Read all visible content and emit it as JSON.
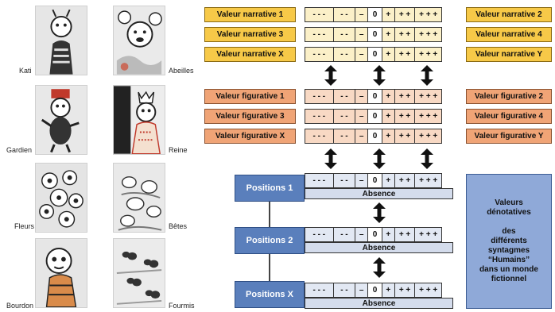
{
  "characters": [
    {
      "name": "Kati"
    },
    {
      "name": "Abeilles"
    },
    {
      "name": "Gardien"
    },
    {
      "name": "Reine"
    },
    {
      "name": "Fleurs"
    },
    {
      "name": "Bêtes"
    },
    {
      "name": "Bourdon"
    },
    {
      "name": "Fourmis"
    }
  ],
  "scale": [
    "- - -",
    "- -",
    "–",
    "0",
    "+",
    "+ +",
    "+ + +"
  ],
  "narrative": {
    "left": [
      "Valeur narrative 1",
      "Valeur narrative 3",
      "Valeur narrative X"
    ],
    "right": [
      "Valeur narrative 2",
      "Valeur narrative 4",
      "Valeur narrative Y"
    ]
  },
  "figurative": {
    "left": [
      "Valeur figurative 1",
      "Valeur figurative 3",
      "Valeur figurative X"
    ],
    "right": [
      "Valeur figurative 2",
      "Valeur figurative 4",
      "Valeur figurative Y"
    ]
  },
  "positions": [
    "Positions 1",
    "Positions 2",
    "Positions X"
  ],
  "absence_label": "Absence",
  "denotative_box": {
    "line1": "Valeurs",
    "line2": "dénotatives",
    "line3": "des",
    "line4": "différents",
    "line5": "syntagmes",
    "line6": "“Humains”",
    "line7": "dans un monde",
    "line8": "fictionnel"
  },
  "colors": {
    "narrative": "#f7c948",
    "figurative": "#f0a476",
    "positions": "#5a7fbc",
    "denotative": "#8fa9d8"
  }
}
